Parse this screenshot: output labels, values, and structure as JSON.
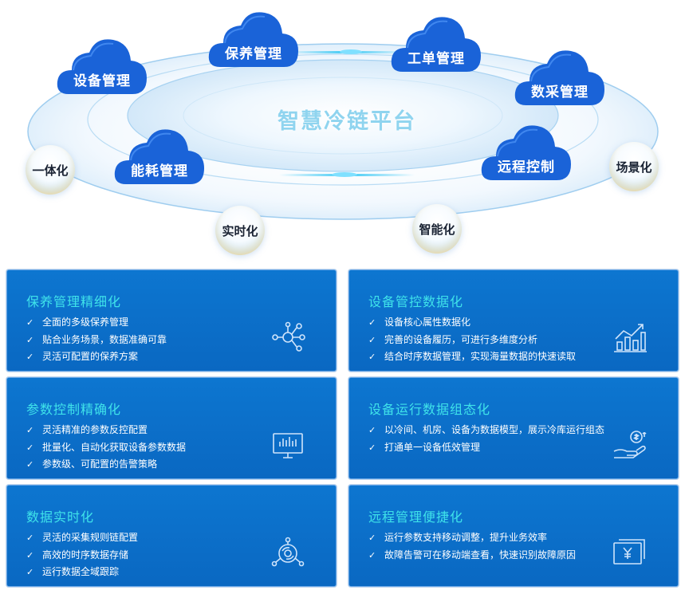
{
  "platform": {
    "title": "智慧冷链平台"
  },
  "clouds": {
    "maintenance": "保养管理",
    "work_order": "工单管理",
    "device": "设备管理",
    "data_collection": "数采管理",
    "energy": "能耗管理",
    "remote": "远程控制"
  },
  "bubbles": {
    "integration": "一体化",
    "scenario": "场景化",
    "realtime": "实时化",
    "intelligent": "智能化"
  },
  "cards": [
    {
      "title": "保养管理精细化",
      "icon": "network-nodes-icon",
      "items": [
        "全面的多级保养管理",
        "贴合业务场景，数据准确可靠",
        "灵活可配置的保养方案"
      ]
    },
    {
      "title": "设备管控数据化",
      "icon": "growth-chart-icon",
      "items": [
        "设备核心属性数据化",
        "完善的设备履历，可进行多维度分析",
        "结合时序数据管理，实现海量数据的快速读取"
      ]
    },
    {
      "title": "参数控制精确化",
      "icon": "monitor-icon",
      "items": [
        "灵活精准的参数反控配置",
        "批量化、自动化获取设备参数数据",
        "参数级、可配置的告警策略"
      ]
    },
    {
      "title": "设备运行数据组态化",
      "icon": "hand-money-icon",
      "items": [
        "以冷间、机房、设备为数据模型，展示冷库运行组态",
        "打通单一设备低效管理"
      ]
    },
    {
      "title": "数据实时化",
      "icon": "sync-hub-icon",
      "items": [
        "灵活的采集规则链配置",
        "高效的时序数据存储",
        "运行数据全域跟踪"
      ]
    },
    {
      "title": "远程管理便捷化",
      "icon": "yuan-screen-icon",
      "items": [
        "运行参数支持移动调整，提升业务效率",
        "故障告警可在移动端查看，快速识别故障原因"
      ]
    }
  ],
  "check_mark": "✓"
}
